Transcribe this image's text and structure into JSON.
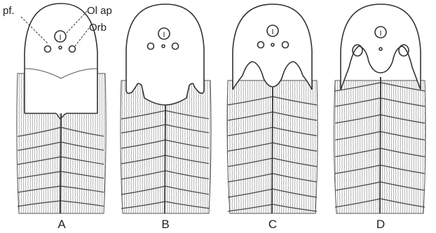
{
  "figure": {
    "annotations": {
      "pf": "pf.",
      "ol_ap": "Ol ap",
      "orb": "Orb"
    },
    "panels": [
      {
        "label": "A",
        "ol_mark": "I"
      },
      {
        "label": "B",
        "ol_mark": "I"
      },
      {
        "label": "C",
        "ol_mark": "I"
      },
      {
        "label": "D",
        "ol_mark": "I"
      }
    ]
  }
}
